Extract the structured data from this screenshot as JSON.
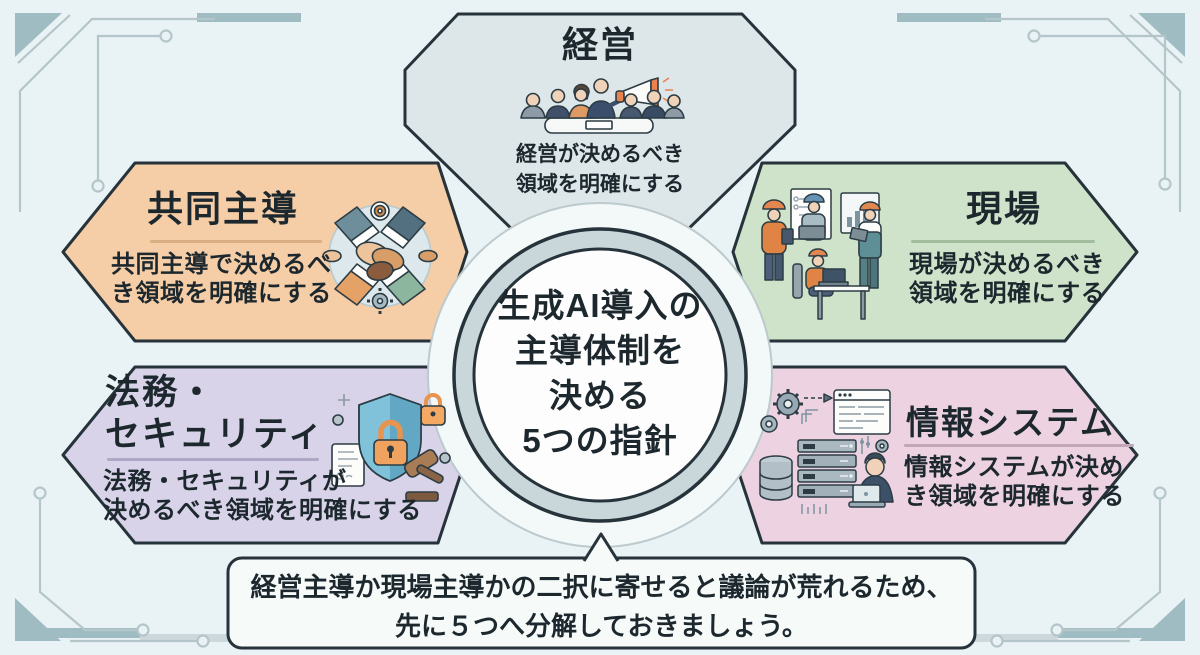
{
  "figure": {
    "center_circle": {
      "lines": [
        "生成AI導入の",
        "主導体制を",
        "決める",
        "5つの指針"
      ]
    },
    "sections": {
      "management": {
        "title": "経営",
        "body": [
          "経営が決めるべき",
          "領域を明確にする"
        ],
        "icon": "meeting-megaphone-icon",
        "color": "#dde7ea"
      },
      "joint": {
        "title": "共同主導",
        "body": [
          "共同主導で決めるべ",
          "き領域を明確にする"
        ],
        "icon": "handshake-icon",
        "color": "#f5cda6"
      },
      "field": {
        "title": "現場",
        "body": [
          "現場が決めるべき",
          "領域を明確にする"
        ],
        "icon": "field-workers-icon",
        "color": "#cfe3ca"
      },
      "legal": {
        "title": [
          "法務・",
          "セキュリティ"
        ],
        "body": [
          "法務・セキュリティが",
          "決めるべき領域を明確にする"
        ],
        "icon": "security-shield-icon",
        "color": "#d8d3e8"
      },
      "it": {
        "title": "情報システム",
        "body": [
          "情報システムが決め",
          "き領域を明確にする"
        ],
        "icon": "it-systems-icon",
        "color": "#edd2e2"
      }
    },
    "footer_note": {
      "lines": [
        "経営主導か現場主導かの二択に寄せると議論が荒れるため、",
        "先に５つへ分解しておきましょう。"
      ]
    },
    "style_colors": {
      "background": "#e9f2f5",
      "outline": "#26333a",
      "ring": "#c9d6da",
      "accent_orange": "#e8944f",
      "deco_teal": "#9fbcc2"
    }
  }
}
